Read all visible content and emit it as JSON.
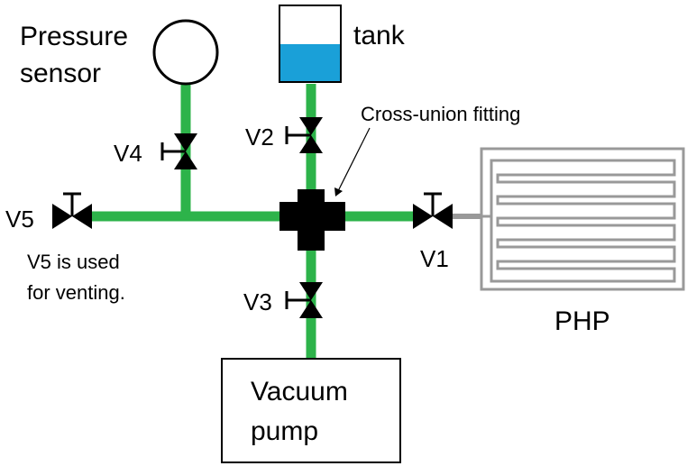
{
  "labels": {
    "pressure_sensor_line1": "Pressure",
    "pressure_sensor_line2": "sensor",
    "tank": "tank",
    "cross_union": "Cross-union fitting",
    "v1": "V1",
    "v2": "V2",
    "v3": "V3",
    "v4": "V4",
    "v5": "V5",
    "v5_note_line1": "V5 is used",
    "v5_note_line2": "for venting.",
    "php": "PHP",
    "vacuum_line1": "Vacuum",
    "vacuum_line2": "pump"
  },
  "colors": {
    "pipe": "#2db34a",
    "fitting": "#000000",
    "liquid": "#1aa0d8",
    "php_tube": "#999999",
    "outline": "#000000"
  }
}
